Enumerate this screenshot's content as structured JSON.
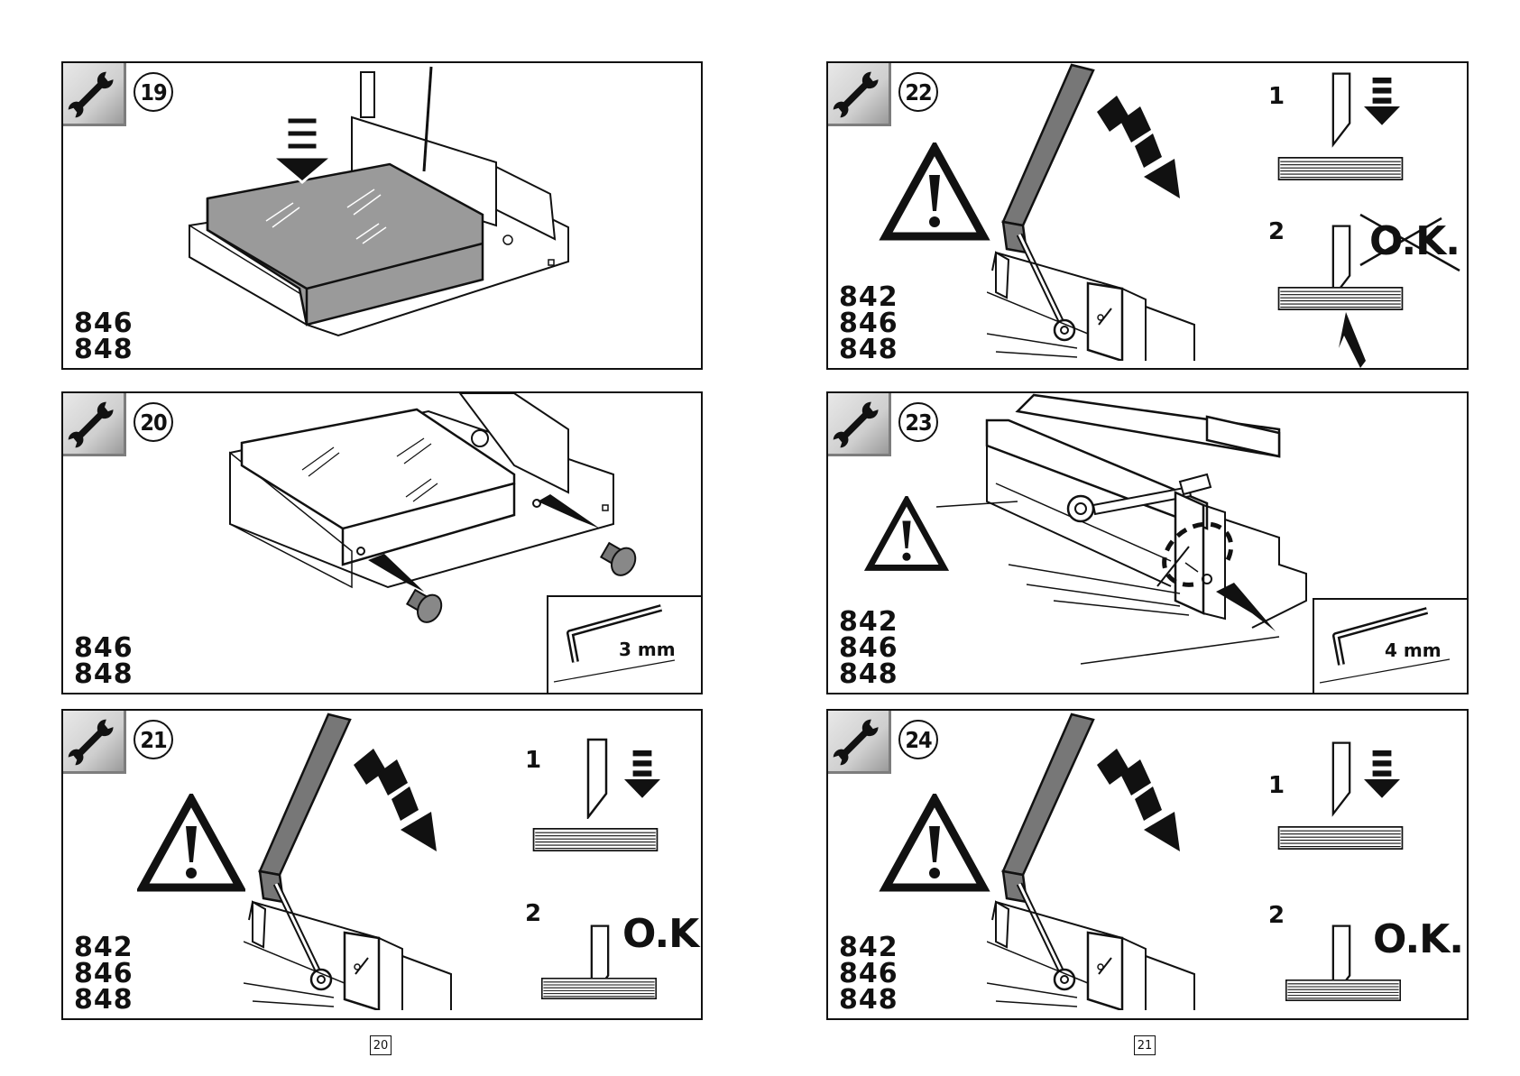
{
  "icons": {
    "step_badge": "wrench-icon",
    "warning": "warning-triangle-icon",
    "arrow": "arrow-icon"
  },
  "panels": [
    {
      "step": "19",
      "models": [
        "846",
        "848"
      ]
    },
    {
      "step": "20",
      "models": [
        "846",
        "848"
      ],
      "tool_size": "3 mm"
    },
    {
      "step": "21",
      "models": [
        "842",
        "846",
        "848"
      ],
      "sub1": "1",
      "sub2": "2",
      "ok": "O.K."
    },
    {
      "step": "22",
      "models": [
        "842",
        "846",
        "848"
      ],
      "sub1": "1",
      "sub2": "2",
      "ok": "O.K."
    },
    {
      "step": "23",
      "models": [
        "842",
        "846",
        "848"
      ],
      "tool_size": "4 mm"
    },
    {
      "step": "24",
      "models": [
        "842",
        "846",
        "848"
      ],
      "sub1": "1",
      "sub2": "2",
      "ok": "O.K."
    }
  ],
  "pages": {
    "left": "20",
    "right": "21"
  }
}
